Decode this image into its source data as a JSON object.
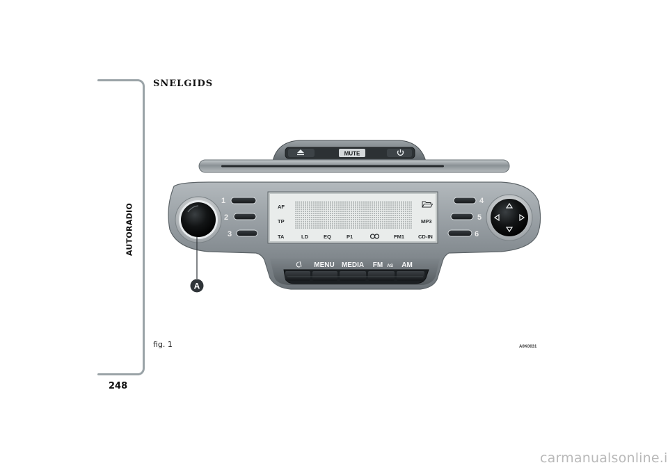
{
  "page": {
    "section_label": "AUTORADIO",
    "title": "SNELGIDS",
    "page_number": "248",
    "figure_caption": "fig. 1",
    "figure_code": "A0K0031",
    "watermark": "carmanualsonline.info"
  },
  "radio": {
    "top_unit": {
      "mute_label": "MUTE",
      "eject_icon": "eject-icon",
      "power_icon": "power-icon"
    },
    "preset_buttons": [
      "1",
      "2",
      "3",
      "4",
      "5",
      "6"
    ],
    "display": {
      "left_indicators": [
        "AF",
        "TP",
        "TA"
      ],
      "bottom_indicators": [
        "LD",
        "EQ",
        "P1",
        "FM1",
        "CD-IN"
      ],
      "loop_icon": "loop-icon",
      "folder_icon": "folder-icon",
      "mp3_label": "MP3"
    },
    "bottom_buttons": {
      "clock_icon": "clock-icon",
      "menu": "MENU",
      "media": "MEDIA",
      "fm": "FM",
      "fm_sub": "AS",
      "am": "AM"
    },
    "callout_label": "A",
    "colors": {
      "body": "#8f969b",
      "body_dark": "#5f666b",
      "display": "#e9eceb",
      "display_grid": "#b8bdbd",
      "knob": "#111111",
      "callout": "#2f3438"
    }
  }
}
